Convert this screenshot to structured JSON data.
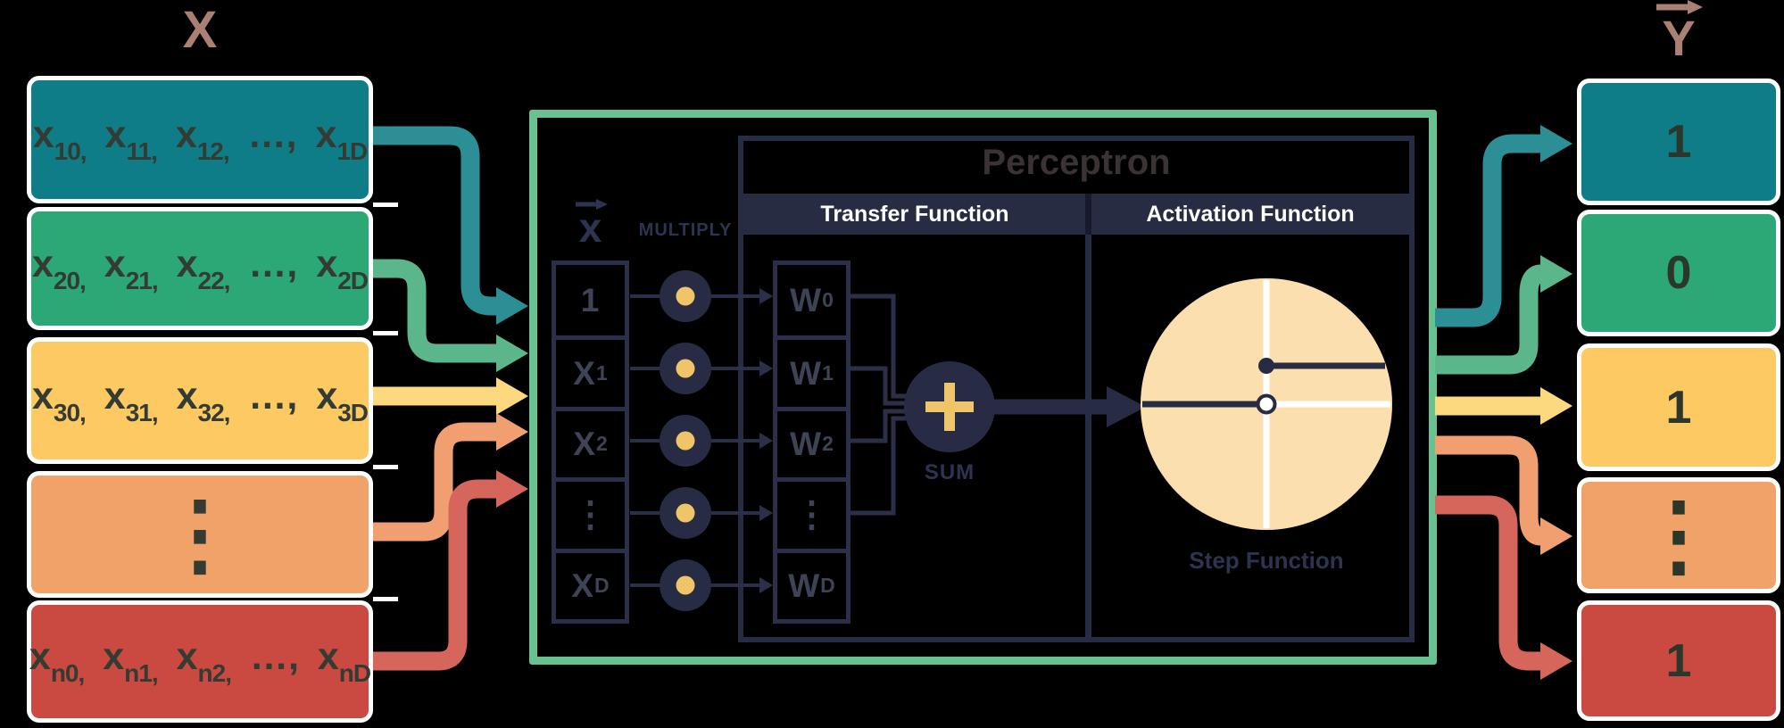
{
  "diagram_title": "Perceptron data-flow diagram",
  "colors": {
    "background": "#000000",
    "teal": "#0f7d87",
    "teal_arrow": "#2d8f96",
    "green": "#2ca877",
    "green_arrow": "#5bb68c",
    "yellow": "#fdc963",
    "yellow_arrow": "#fcd87e",
    "orange": "#f1a268",
    "orange_arrow": "#f19f70",
    "red": "#ca4a41",
    "red_arrow": "#d6655b",
    "brown_title": "#aa8073",
    "navy_fill": "#272c44",
    "navy_line": "#2b3048",
    "gold_dot": "#f0c468",
    "cream_circle": "#fcdfae",
    "green_border": "#67c28f",
    "header_text": "#ffffff",
    "box_text": "#333b33",
    "perceptron_title_text": "#3a3233"
  },
  "input_matrix": {
    "title": "X",
    "rows": [
      {
        "color": "teal",
        "parts": [
          [
            "x",
            "10,"
          ],
          [
            "x",
            "11,"
          ],
          [
            "x",
            "12,"
          ],
          [
            "…,",
            ""
          ],
          [
            "x",
            "1D"
          ]
        ]
      },
      {
        "color": "green",
        "parts": [
          [
            "x",
            "20,"
          ],
          [
            "x",
            "21,"
          ],
          [
            "x",
            "22,"
          ],
          [
            "…,",
            ""
          ],
          [
            "x",
            "2D"
          ]
        ]
      },
      {
        "color": "yellow",
        "parts": [
          [
            "x",
            "30,"
          ],
          [
            "x",
            "31,"
          ],
          [
            "x",
            "32,"
          ],
          [
            "…,",
            ""
          ],
          [
            "x",
            "3D"
          ]
        ]
      },
      {
        "color": "orange",
        "ellipsis": "⋮"
      },
      {
        "color": "red",
        "parts": [
          [
            "x",
            "n0,"
          ],
          [
            "x",
            "n1,"
          ],
          [
            "x",
            "n2,"
          ],
          [
            "…,",
            ""
          ],
          [
            "x",
            "nD"
          ]
        ]
      }
    ]
  },
  "perceptron": {
    "title": "Perceptron",
    "transfer_header": "Transfer Function",
    "activation_header": "Activation Function",
    "input_vector_label": "x",
    "multiply_label": "MULTIPLY",
    "vector_cells": [
      {
        "b": "1",
        "s": ""
      },
      {
        "b": "X",
        "s": "1"
      },
      {
        "b": "X",
        "s": "2"
      },
      {
        "b": "⋮",
        "s": ""
      },
      {
        "b": "X",
        "s": "D"
      }
    ],
    "weight_cells": [
      {
        "b": "W",
        "s": "0"
      },
      {
        "b": "W",
        "s": "1"
      },
      {
        "b": "W",
        "s": "2"
      },
      {
        "b": "⋮",
        "s": ""
      },
      {
        "b": "W",
        "s": "D"
      }
    ],
    "sum_label": "SUM",
    "sum_symbol": "+",
    "activation_caption": "Step Function"
  },
  "output_vector": {
    "title": "Y",
    "values": [
      "1",
      "0",
      "1",
      "⋮",
      "1"
    ]
  }
}
